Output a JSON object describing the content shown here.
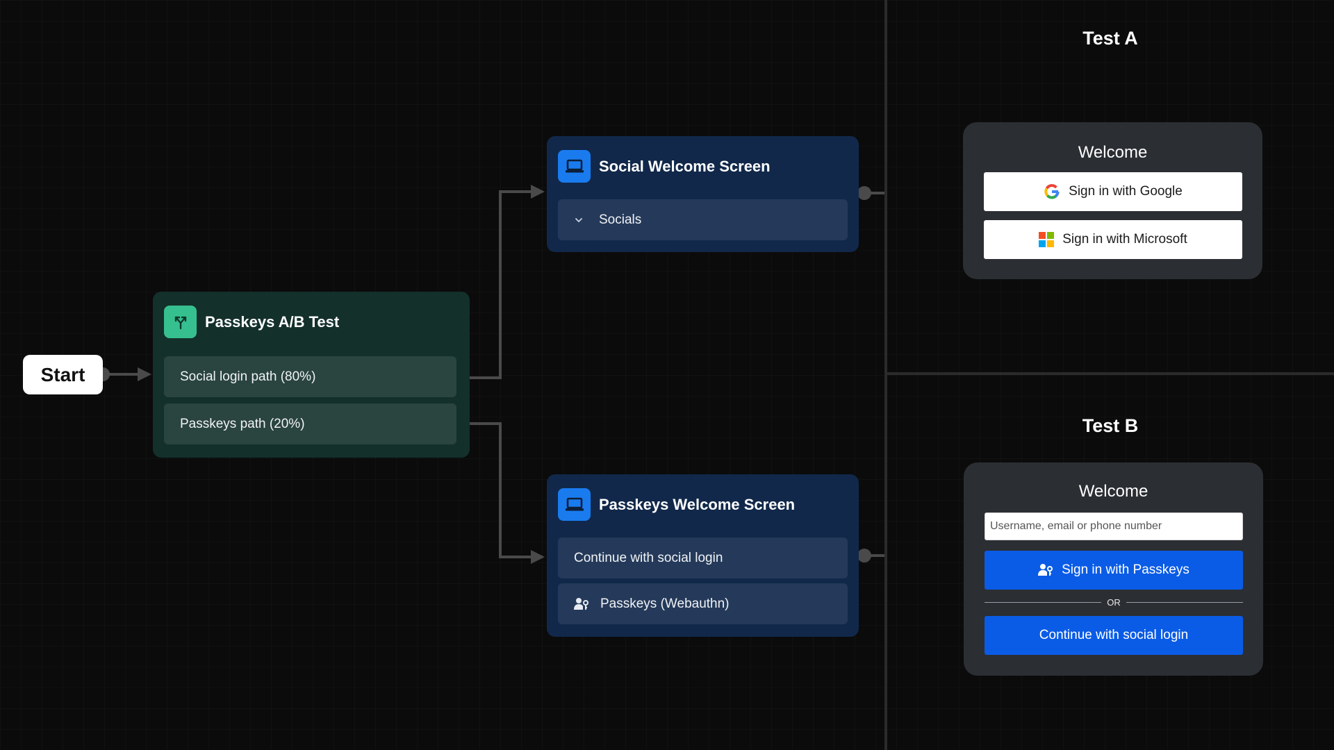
{
  "start": {
    "label": "Start"
  },
  "ab_test": {
    "title": "Passkeys A/B Test",
    "icon": "branch-split-icon",
    "rows": [
      {
        "label": "Social login path (80%)"
      },
      {
        "label": "Passkeys path (20%)"
      }
    ]
  },
  "social_screen": {
    "title": "Social Welcome Screen",
    "icon": "laptop-icon",
    "rows": [
      {
        "label": "Socials",
        "icon": "chevron-down-icon"
      }
    ]
  },
  "passkeys_screen": {
    "title": "Passkeys Welcome Screen",
    "icon": "laptop-icon",
    "rows": [
      {
        "label": "Continue with social login"
      },
      {
        "label": "Passkeys (Webauthn)",
        "icon": "user-key-icon"
      }
    ]
  },
  "test_a": {
    "title": "Test A",
    "welcome": "Welcome",
    "google_button": "Sign in with Google",
    "microsoft_button": "Sign in with Microsoft"
  },
  "test_b": {
    "title": "Test B",
    "welcome": "Welcome",
    "input_placeholder": "Username, email or phone number",
    "passkeys_button": "Sign in with Passkeys",
    "or_label": "OR",
    "social_button": "Continue with social login"
  },
  "colors": {
    "background": "#0b0b0b",
    "ab_node": "#14302b",
    "ab_accent": "#36c08f",
    "screen_node": "#11284a",
    "screen_accent": "#1a7bef",
    "card": "#2b2e33",
    "primary_button": "#0a5ce6"
  }
}
